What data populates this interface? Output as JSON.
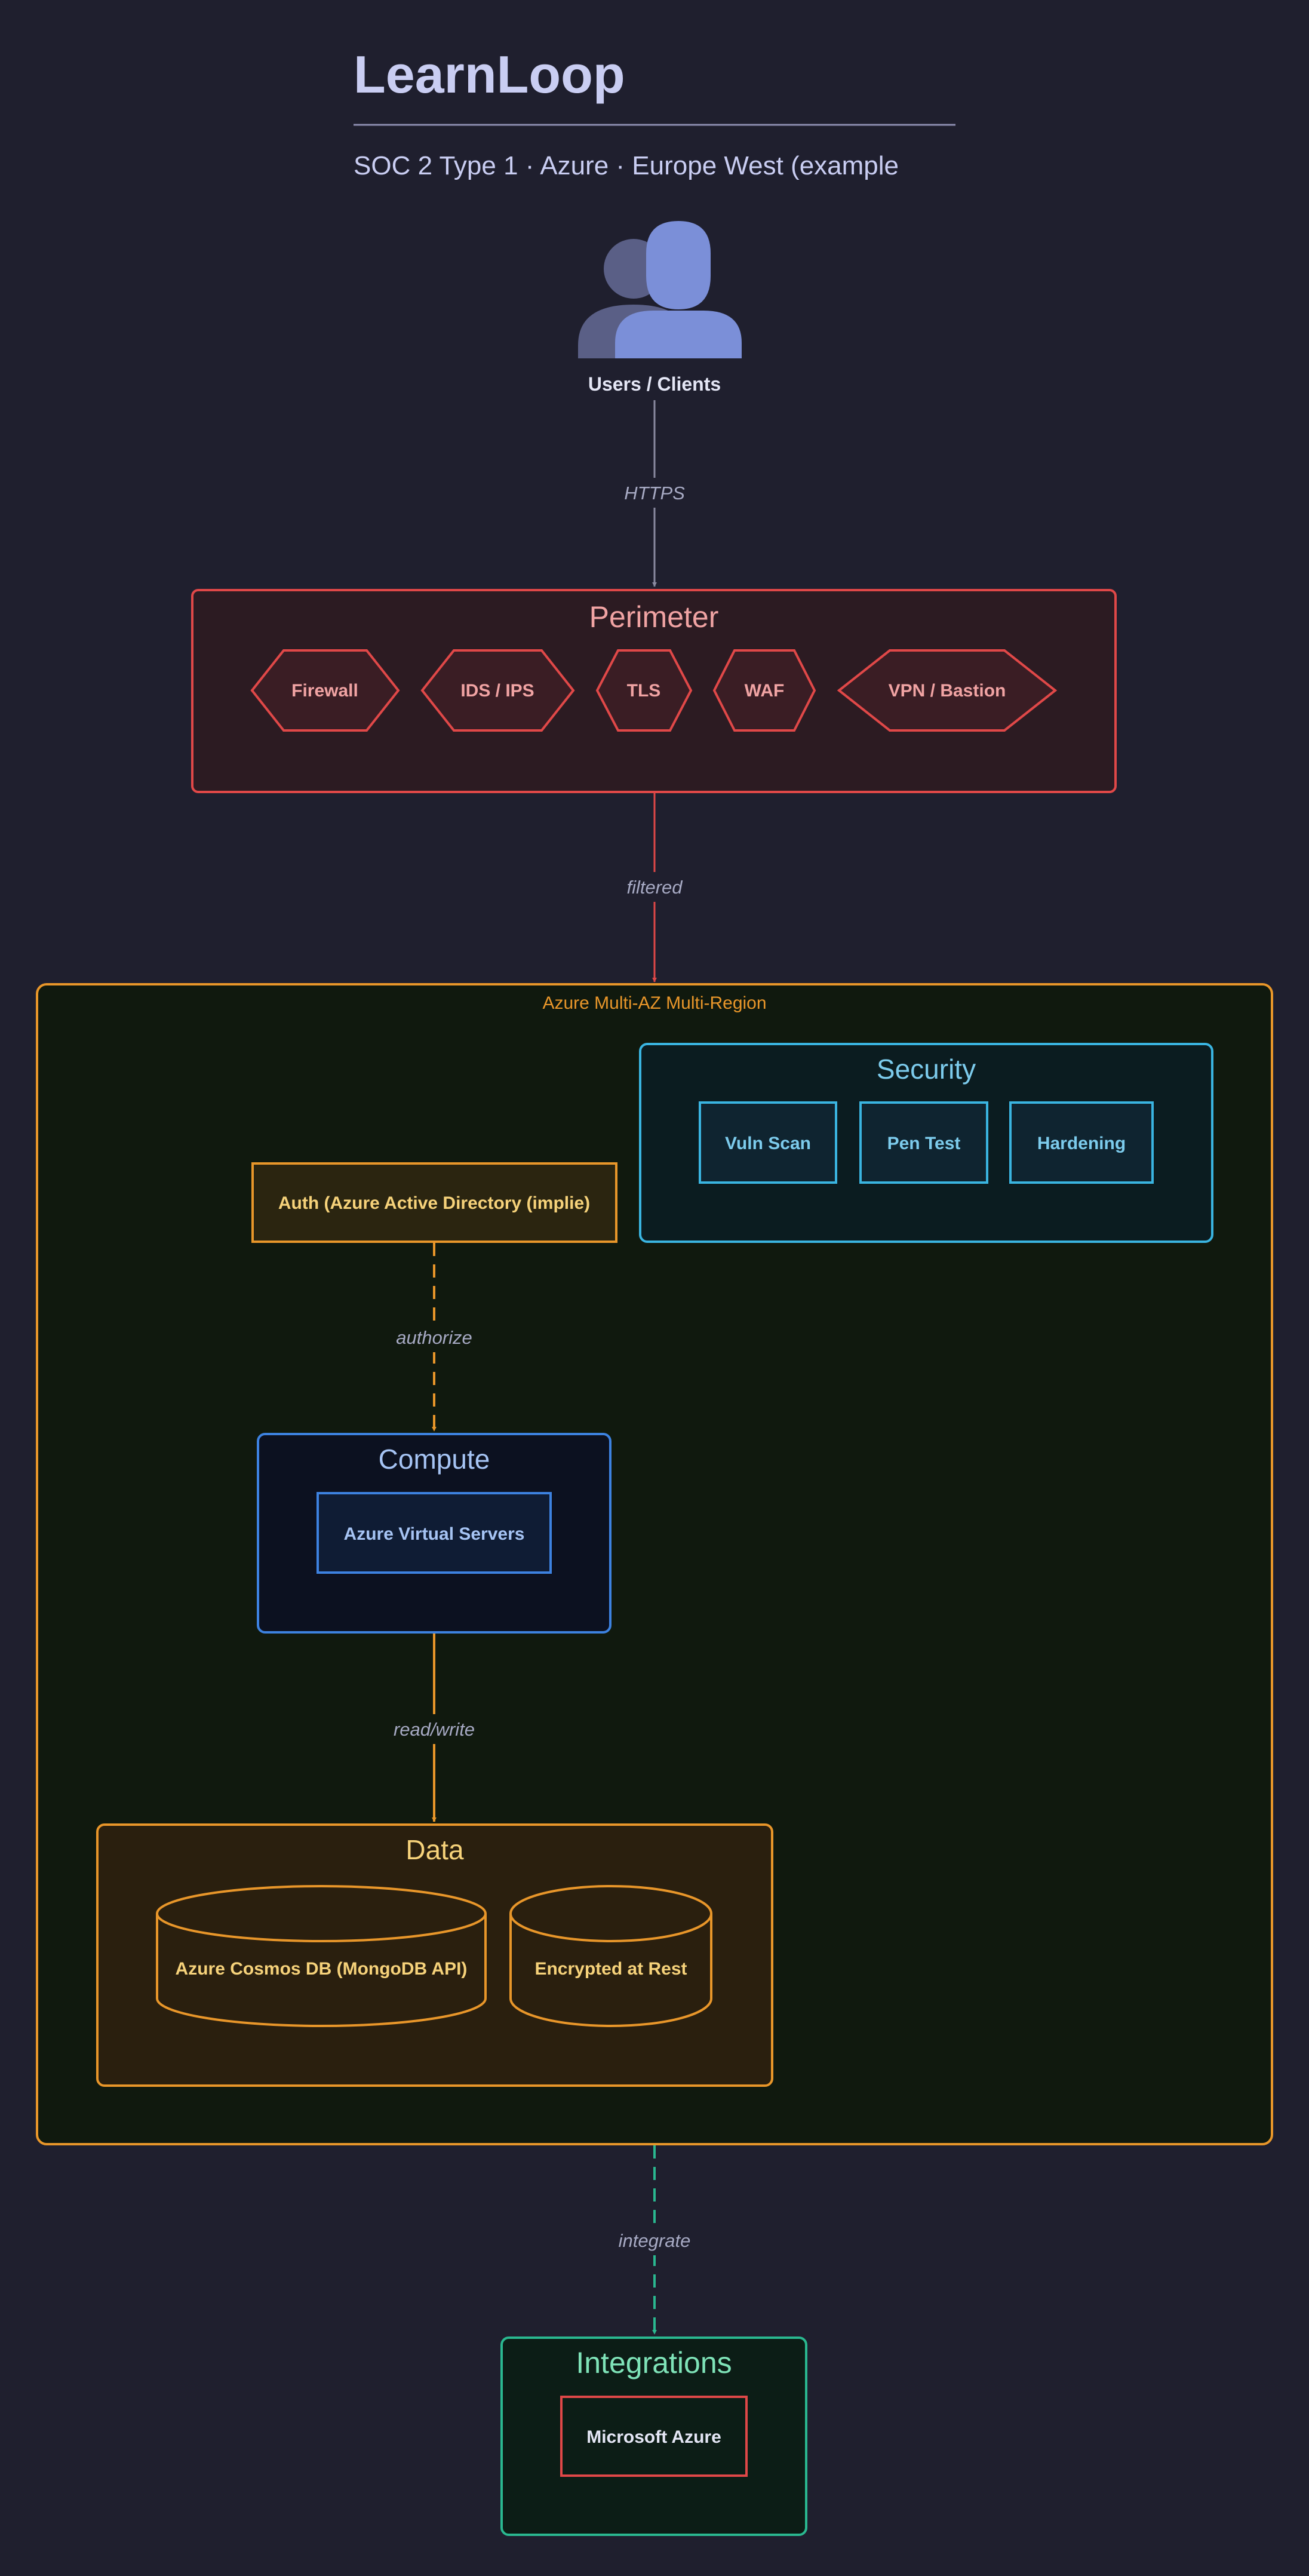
{
  "header": {
    "title": "LearnLoop",
    "subtitle": "SOC 2 Type 1 · Azure · Europe West (example"
  },
  "actor": {
    "label": "Users / Clients",
    "icon": "users-icon"
  },
  "edges": {
    "https": "HTTPS",
    "filtered": "filtered",
    "authorize": "authorize",
    "read_write": "read/write",
    "integrate": "integrate"
  },
  "perimeter": {
    "title": "Perimeter",
    "items": [
      "Firewall",
      "IDS / IPS",
      "TLS",
      "WAF",
      "VPN / Bastion"
    ]
  },
  "region": {
    "label": "Azure Multi-AZ Multi-Region"
  },
  "security": {
    "title": "Security",
    "items": [
      "Vuln Scan",
      "Pen Test",
      "Hardening"
    ]
  },
  "auth": {
    "label": "Auth (Azure Active Directory (implie)"
  },
  "compute": {
    "title": "Compute",
    "items": [
      "Azure Virtual Servers"
    ]
  },
  "data": {
    "title": "Data",
    "items": [
      "Azure Cosmos DB (MongoDB API)",
      "Encrypted at Rest"
    ]
  },
  "integrations": {
    "title": "Integrations",
    "items": [
      "Microsoft Azure"
    ]
  },
  "colors": {
    "background": "#1f1f2e",
    "perimeter": "#e04848",
    "region": "#e8962a",
    "security": "#3ab4e0",
    "compute": "#3d82e0",
    "data": "#e8962a",
    "integrations": "#2ab890",
    "actor": "#7b8fd8"
  }
}
